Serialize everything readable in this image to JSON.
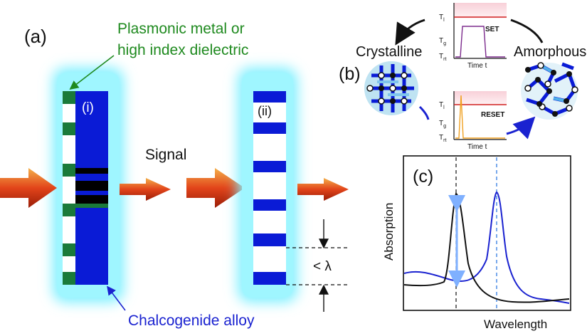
{
  "panel_a": {
    "label": "(a)",
    "plasmonic_label_line1": "Plasmonic metal or",
    "plasmonic_label_line2": "high index dielectric",
    "chalcogenide_label": "Chalcogenide alloy",
    "signal_label": "Signal",
    "element_i_label": "(i)",
    "element_ii_label": "(ii)",
    "spacing_label": "< λ"
  },
  "panel_b": {
    "label": "(b)",
    "crystalline_label": "Crystalline",
    "amorphous_label": "Amorphous",
    "set_plot": {
      "title": "SET",
      "y_tick_tl": "T",
      "y_tick_tl_sub": "l",
      "y_tick_tg": "T",
      "y_tick_tg_sub": "g",
      "y_tick_trt": "T",
      "y_tick_trt_sub": "rt",
      "x_label": "Time t",
      "pulse_color": "#7b2a8c"
    },
    "reset_plot": {
      "title": "RESET",
      "y_tick_tl": "T",
      "y_tick_tl_sub": "l",
      "y_tick_tg": "T",
      "y_tick_tg_sub": "g",
      "y_tick_trt": "T",
      "y_tick_trt_sub": "rt",
      "x_label": "Time t",
      "pulse_color": "#f0a020"
    }
  },
  "panel_c": {
    "label": "(c)",
    "ylabel": "Absorption",
    "xlabel": "Wavelength"
  },
  "colors": {
    "glow": "#7ff0ff",
    "chalcogenide_blue": "#0a1bd6",
    "plasmonic_green": "#1a7a3a",
    "label_green": "#1f8a1f",
    "label_blue": "#1a22d0",
    "arrow_red": "#e04010",
    "arrow_orange": "#f0a040",
    "melt_line": "#d02020"
  }
}
